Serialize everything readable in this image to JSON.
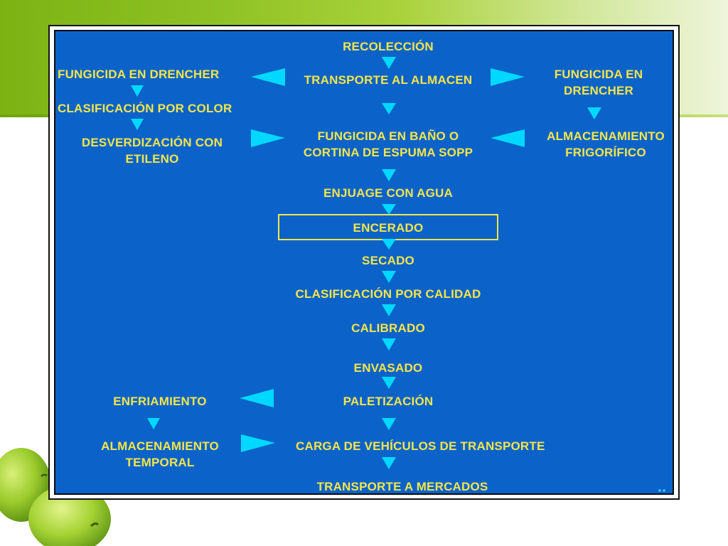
{
  "colors": {
    "panel": "#0b63c9",
    "text": "#f4e64a",
    "arrow": "#00d8ff",
    "band": "#8fc224"
  },
  "flow": {
    "center": {
      "recoleccion": "RECOLECCIÓN",
      "transporte_almacen": "TRANSPORTE AL ALMACEN",
      "fungicida_bano_1": "FUNGICIDA EN BAÑO O",
      "fungicida_bano_2": "CORTINA DE ESPUMA SOPP",
      "enjuague": "ENJUAGE CON AGUA",
      "encerado": "ENCERADO",
      "secado": "SECADO",
      "clasif_calidad": "CLASIFICACIÓN POR CALIDAD",
      "calibrado": "CALIBRADO",
      "envasado": "ENVASADO",
      "paletizacion": "PALETIZACIÓN",
      "carga": "CARGA DE VEHÍCULOS DE TRANSPORTE",
      "transporte_mercados": "TRANSPORTE A MERCADOS"
    },
    "left": {
      "fungicida_drencher": "FUNGICIDA EN DRENCHER",
      "clasif_color": "CLASIFICACIÓN POR COLOR",
      "desverdizacion_1": "DESVERDIZACIÓN CON",
      "desverdizacion_2": "ETILENO",
      "enfriamiento": "ENFRIAMIENTO",
      "almac_temporal_1": "ALMACENAMIENTO",
      "almac_temporal_2": "TEMPORAL"
    },
    "right": {
      "fungicida_drencher_1": "FUNGICIDA EN",
      "fungicida_drencher_2": "DRENCHER",
      "almac_frigorifico_1": "ALMACENAMIENTO",
      "almac_frigorifico_2": "FRIGORÍFICO"
    }
  },
  "decor": {
    "image": "green-apples-icon"
  }
}
